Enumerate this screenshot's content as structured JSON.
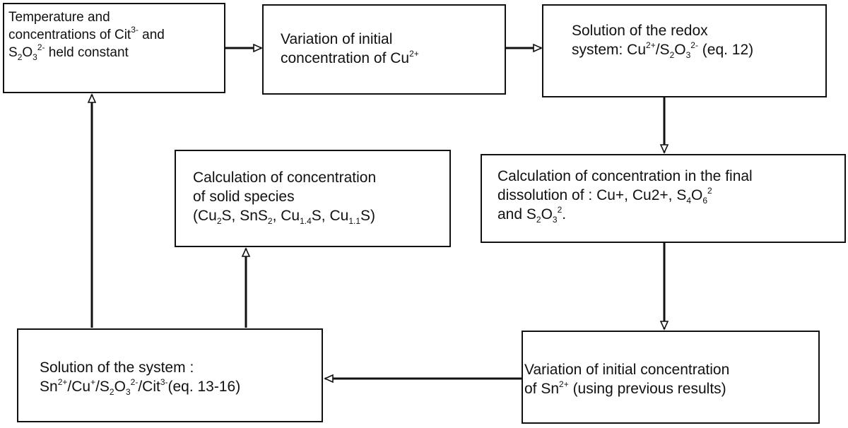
{
  "boxes": {
    "b1": {
      "lines": [
        [
          {
            "t": "Temperature and"
          }
        ],
        [
          {
            "t": "concentrations of Cit"
          },
          {
            "sup": "3-"
          },
          {
            "t": " and"
          }
        ],
        [
          {
            "t": "S"
          },
          {
            "sub": "2"
          },
          {
            "t": "O"
          },
          {
            "sub": "3"
          },
          {
            "sup": "2-"
          },
          {
            "t": " held constant"
          }
        ]
      ]
    },
    "b2": {
      "lines": [
        [
          {
            "t": "Variation of initial"
          }
        ],
        [
          {
            "t": "concentration of Cu"
          },
          {
            "sup": "2+"
          }
        ]
      ]
    },
    "b3": {
      "lines": [
        [
          {
            "t": "Solution of the redox"
          }
        ],
        [
          {
            "t": "system: Cu"
          },
          {
            "sup": "2+"
          },
          {
            "t": "/S"
          },
          {
            "sub": "2"
          },
          {
            "t": "O"
          },
          {
            "sub": "3"
          },
          {
            "sup": "2-"
          },
          {
            "t": " (eq. 12)"
          }
        ]
      ]
    },
    "b4": {
      "lines": [
        [
          {
            "t": "Calculation of concentration in the final"
          }
        ],
        [
          {
            "t": "dissolution of : Cu+, Cu2+, S"
          },
          {
            "sub": "4"
          },
          {
            "t": "O"
          },
          {
            "sub": "6"
          },
          {
            "sup": "2"
          }
        ],
        [
          {
            "t": " and S"
          },
          {
            "sub": "2"
          },
          {
            "t": "O"
          },
          {
            "sub": "3"
          },
          {
            "sup": "2"
          },
          {
            "t": "."
          }
        ]
      ]
    },
    "b5": {
      "lines": [
        [
          {
            "t": "Calculation of  concentration"
          }
        ],
        [
          {
            "t": "of solid species"
          }
        ],
        [
          {
            "t": "(Cu"
          },
          {
            "sub": "2"
          },
          {
            "t": "S, SnS"
          },
          {
            "sub": "2"
          },
          {
            "t": ", Cu"
          },
          {
            "sub": "1.4"
          },
          {
            "t": "S, Cu"
          },
          {
            "sub": "1.1"
          },
          {
            "t": "S)"
          }
        ]
      ]
    },
    "b6": {
      "lines": [
        [
          {
            "t": "Variation of initial concentration"
          }
        ],
        [
          {
            "t": " of Sn"
          },
          {
            "sup": "2+"
          },
          {
            "t": " (using previous results)"
          }
        ]
      ]
    },
    "b7": {
      "lines": [
        [
          {
            "t": "Solution of the system :"
          }
        ],
        [
          {
            "t": "Sn"
          },
          {
            "sup": "2+"
          },
          {
            "t": "/Cu"
          },
          {
            "sup": "+"
          },
          {
            "t": "/S"
          },
          {
            "sub": "2"
          },
          {
            "t": "O"
          },
          {
            "sub": "3"
          },
          {
            "sup": "2-"
          },
          {
            "t": "/Cit"
          },
          {
            "sup": "3-"
          },
          {
            "t": "(eq. 13-16)"
          }
        ]
      ]
    }
  }
}
